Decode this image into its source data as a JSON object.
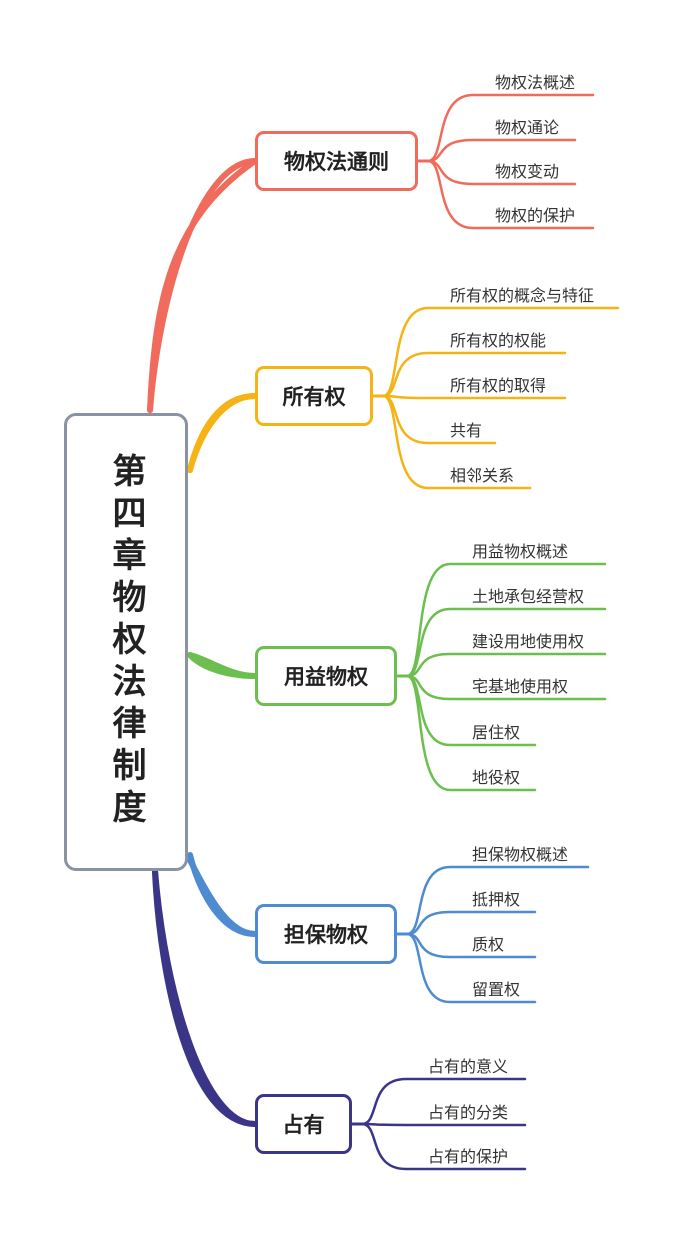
{
  "root": {
    "title": "第四章物权法律制度",
    "color": "#8a93a3"
  },
  "branches": [
    {
      "id": "b1",
      "label": "物权法通则",
      "color": "#f06b5b",
      "children": [
        "物权法概述",
        "物权通论",
        "物权变动",
        "物权的保护"
      ]
    },
    {
      "id": "b2",
      "label": "所有权",
      "color": "#f5b316",
      "children": [
        "所有权的概念与特征",
        "所有权的权能",
        "所有权的取得",
        "共有",
        "相邻关系"
      ]
    },
    {
      "id": "b3",
      "label": "用益物权",
      "color": "#6cbf4e",
      "children": [
        "用益物权概述",
        "土地承包经营权",
        "建设用地使用权",
        "宅基地使用权",
        "居住权",
        "地役权"
      ]
    },
    {
      "id": "b4",
      "label": "担保物权",
      "color": "#4f8bd0",
      "children": [
        "担保物权概述",
        "抵押权",
        "质权",
        "留置权"
      ]
    },
    {
      "id": "b5",
      "label": "占有",
      "color": "#3b3588",
      "children": [
        "占有的意义",
        "占有的分类",
        "占有的保护"
      ]
    }
  ]
}
